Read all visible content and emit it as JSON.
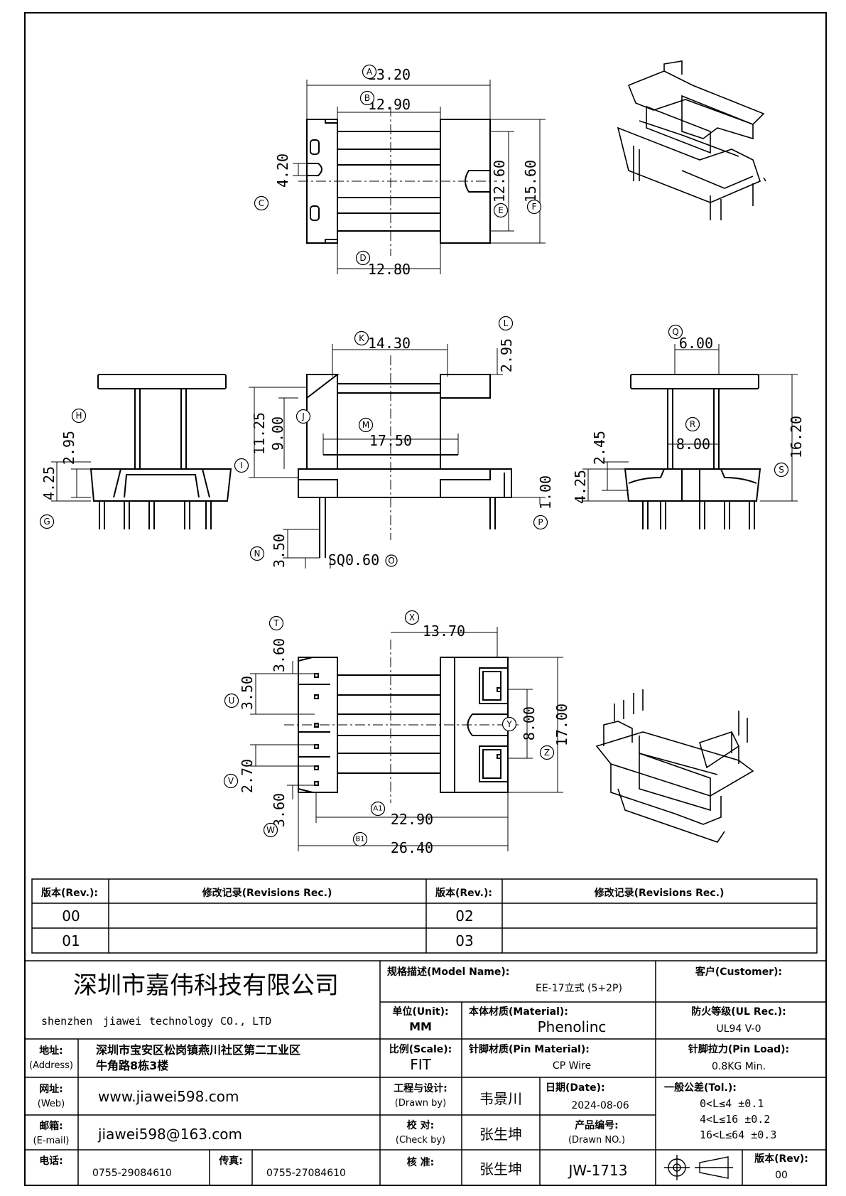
{
  "dimensions": {
    "A": "23.20",
    "B": "12.90",
    "C": "4.20",
    "D": "12.80",
    "E": "12.60",
    "F": "15.60",
    "G": "4.25",
    "H": "2.95",
    "I": "11.25",
    "J": "9.00",
    "K": "14.30",
    "L": "2.95",
    "M": "17.50",
    "N": "3.50",
    "O": "SQ0.60",
    "P": "1.00",
    "Q": "6.00",
    "R": "8.00",
    "S": "16.20",
    "side_left": "2.45",
    "side_bottom": "4.25",
    "T": "3.60",
    "U": "3.50",
    "V": "2.70",
    "W": "3.60",
    "X": "13.70",
    "Y": "8.00",
    "Z": "17.00",
    "A1": "22.90",
    "B1": "26.40"
  },
  "callouts": [
    "A",
    "B",
    "C",
    "D",
    "E",
    "F",
    "G",
    "H",
    "I",
    "J",
    "K",
    "L",
    "M",
    "N",
    "O",
    "P",
    "Q",
    "R",
    "S",
    "T",
    "U",
    "V",
    "W",
    "X",
    "Y",
    "Z",
    "A1",
    "B1"
  ],
  "revisions": {
    "header_rev": "版本(Rev.):",
    "header_rec": "修改记录(Revisions Rec.)",
    "rows_left": [
      "00",
      "01"
    ],
    "rows_right": [
      "02",
      "03"
    ]
  },
  "title_block": {
    "company_cn": "深圳市嘉伟科技有限公司",
    "company_en": [
      "shenzhen",
      "jiawei",
      "technology",
      "CO., LTD"
    ],
    "address_label": "地址:",
    "address_label_en": "(Address)",
    "address_line1": "深圳市宝安区松岗镇燕川社区第二工业区",
    "address_line2": "牛角路8栋3楼",
    "web_label": "网址:",
    "web_label_en": "(Web)",
    "web": "www.jiawei598.com",
    "email_label": "邮箱:",
    "email_label_en": "(E-mail)",
    "email": "jiawei598@163.com",
    "tel_label": "电话:",
    "tel": "0755-29084610",
    "fax_label": "传真:",
    "fax": "0755-27084610",
    "model_label": "规格描述(Model Name):",
    "model": "EE-17立式 (5+2P)",
    "customer_label": "客户(Customer):",
    "unit_label": "单位(Unit):",
    "unit": "MM",
    "material_label": "本体材质(Material):",
    "material": "Phenolinc",
    "ul_label": "防火等级(UL Rec.):",
    "ul": "UL94 V-0",
    "scale_label": "比例(Scale):",
    "scale": "FIT",
    "pin_material_label": "针脚材质(Pin Material):",
    "pin_material": "CP Wire",
    "pin_load_label": "针脚拉力(Pin Load):",
    "pin_load": "0.8KG Min.",
    "drawn_label": "工程与设计:",
    "drawn_label_en": "(Drawn by)",
    "drawn_by": "韦景川",
    "date_label": "日期(Date):",
    "date": "2024-08-06",
    "tol_label": "一般公差(Tol.):",
    "tol": [
      "0<L≤4    ±0.1",
      "4<L≤16   ±0.2",
      "16<L≤64  ±0.3"
    ],
    "check_label": "校  对:",
    "check_label_en": "(Check by)",
    "checked_by": "张生坤",
    "drawing_no_label": "产品编号:",
    "drawing_no_label_en": "(Drawn NO.)",
    "approve_label": "核  准:",
    "approved_by": "张生坤",
    "drawing_no": "JW-1713",
    "rev_label": "版本(Rev):",
    "rev": "00"
  }
}
